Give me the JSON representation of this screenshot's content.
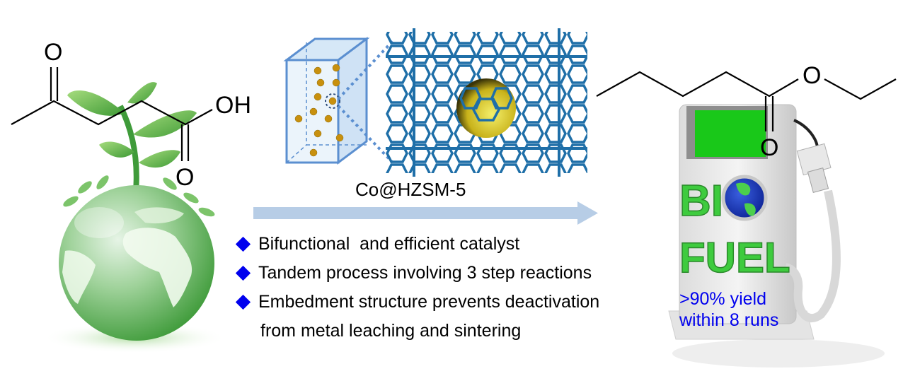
{
  "reactant": {
    "name": "levulinic-acid",
    "atoms": {
      "ketone_o": "O",
      "acid_oh": "OH",
      "acid_o": "O"
    }
  },
  "catalyst": {
    "label": "Co@HZSM-5",
    "colors": {
      "framework": "#1f6fa8",
      "particle": "#c8b21a",
      "crystal": "#5b8fd0"
    }
  },
  "arrow": {
    "color": "#b7cde6"
  },
  "product": {
    "name": "ethyl-valerate",
    "atoms": {
      "ester_o": "O",
      "carbonyl_o": "O"
    }
  },
  "bullets": [
    {
      "text": "Bifunctional  and efficient catalyst"
    },
    {
      "text": "Tandem process involving 3 step reactions"
    },
    {
      "text": "Embedment structure prevents deactivation",
      "continuation": "from metal leaching and sintering"
    }
  ],
  "pump": {
    "logo_top": "BI",
    "logo_bottom": "FUEL",
    "yield_line1": ">90% yield",
    "yield_line2": "within 8 runs",
    "colors": {
      "screen": "#19c819",
      "logo": "#3ecb3e",
      "text": "#0000ee"
    }
  }
}
